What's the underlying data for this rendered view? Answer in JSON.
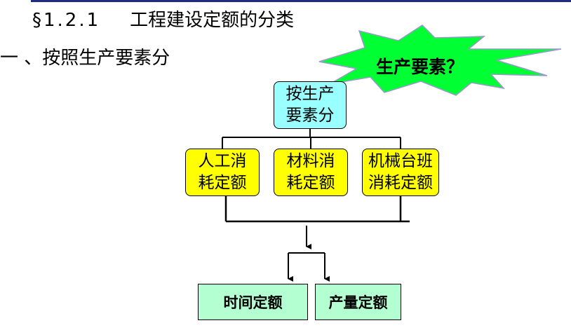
{
  "header": {
    "section_number": "§1.2.1",
    "section_title": "工程建设定额的分类"
  },
  "subtitle": "一 、按照生产要素分",
  "callout": {
    "label": "生产要素？",
    "fill_color": "#00ff33"
  },
  "diagram": {
    "root": {
      "label": "按生产\n要素分",
      "color": "#99ffff"
    },
    "factors": [
      {
        "label": "人工消\n耗定额"
      },
      {
        "label": "材料消\n耗定额"
      },
      {
        "label": "机械台班\n消耗定额"
      }
    ],
    "factor_color": "#ffff00",
    "quotas": [
      {
        "label": "时间定额"
      },
      {
        "label": "产量定额"
      }
    ],
    "quota_color": "#b3ffd1"
  }
}
